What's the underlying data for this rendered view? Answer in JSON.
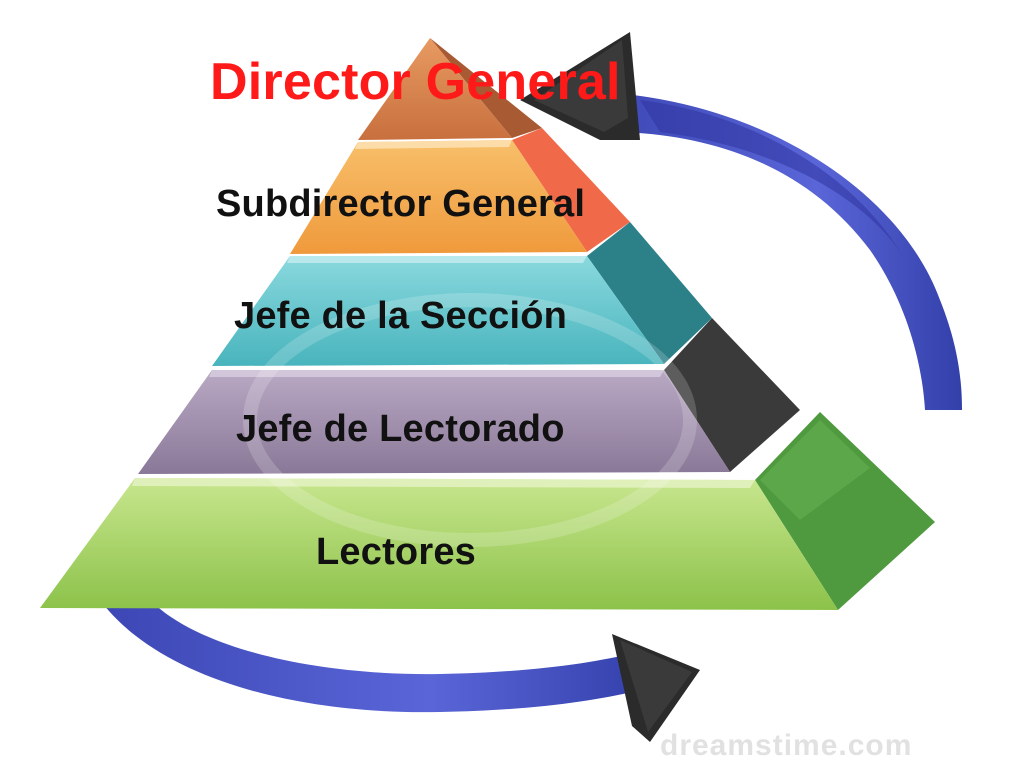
{
  "diagram": {
    "type": "pyramid",
    "levels": [
      {
        "label": "Director General",
        "label_color": "#ff1a1a",
        "front_color": "#d9824a",
        "side_color": "#b86a3c"
      },
      {
        "label": "Subdirector General",
        "label_color": "#111111",
        "front_color": "#f5a64a",
        "side_color": "#f06a4a"
      },
      {
        "label": "Jefe de la Sección",
        "label_color": "#111111",
        "front_color": "#5fc4cc",
        "side_color": "#2c8088"
      },
      {
        "label": "Jefe de Lectorado",
        "label_color": "#111111",
        "front_color": "#9a86a8",
        "side_color": "#3a3a3a"
      },
      {
        "label": "Lectores",
        "label_color": "#111111",
        "front_color": "#9ccc52",
        "side_color": "#4f9a3e"
      }
    ],
    "arrows": {
      "color": "#4a55c4",
      "shadow_color": "#2d2d2d",
      "direction": "cycle"
    },
    "watermark": "dreamstime.com"
  }
}
